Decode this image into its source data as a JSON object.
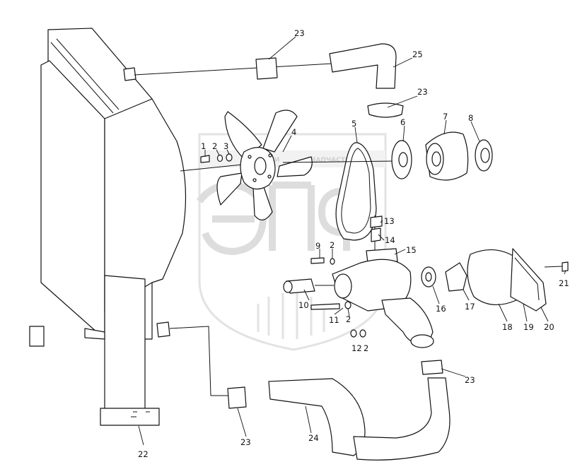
{
  "watermark": {
    "logo_text": "ЭПФ",
    "band_text_left": "ЗАПЧАСТИ",
    "band_text_right": "ЗАПЧАСТИ"
  },
  "callouts": [
    {
      "id": "c1",
      "label": "1"
    },
    {
      "id": "c2a",
      "label": "2"
    },
    {
      "id": "c3",
      "label": "3"
    },
    {
      "id": "c4",
      "label": "4"
    },
    {
      "id": "c5",
      "label": "5"
    },
    {
      "id": "c6",
      "label": "6"
    },
    {
      "id": "c7",
      "label": "7"
    },
    {
      "id": "c8",
      "label": "8"
    },
    {
      "id": "c9",
      "label": "9"
    },
    {
      "id": "c2b",
      "label": "2"
    },
    {
      "id": "c10",
      "label": "10"
    },
    {
      "id": "c11",
      "label": "11"
    },
    {
      "id": "c2c",
      "label": "2"
    },
    {
      "id": "c12",
      "label": "12"
    },
    {
      "id": "c2d",
      "label": "2"
    },
    {
      "id": "c13",
      "label": "13"
    },
    {
      "id": "c14",
      "label": "14"
    },
    {
      "id": "c15",
      "label": "15"
    },
    {
      "id": "c16",
      "label": "16"
    },
    {
      "id": "c17",
      "label": "17"
    },
    {
      "id": "c18",
      "label": "18"
    },
    {
      "id": "c19",
      "label": "19"
    },
    {
      "id": "c20",
      "label": "20"
    },
    {
      "id": "c21",
      "label": "21"
    },
    {
      "id": "c22",
      "label": "22"
    },
    {
      "id": "c23a",
      "label": "23"
    },
    {
      "id": "c23b",
      "label": "23"
    },
    {
      "id": "c23c",
      "label": "23"
    },
    {
      "id": "c23d",
      "label": "23"
    },
    {
      "id": "c24",
      "label": "24"
    },
    {
      "id": "c25",
      "label": "25"
    }
  ]
}
